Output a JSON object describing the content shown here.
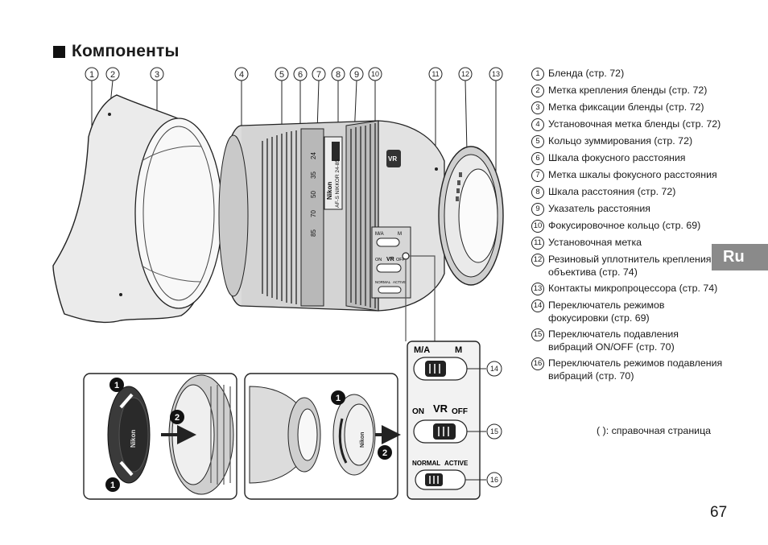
{
  "section": {
    "title": "Компоненты"
  },
  "callouts": [
    "1",
    "2",
    "3",
    "4",
    "5",
    "6",
    "7",
    "8",
    "9",
    "10",
    "11",
    "12",
    "13"
  ],
  "legend": [
    {
      "num": "1",
      "text": "Бленда (стр. 72)"
    },
    {
      "num": "2",
      "text": "Метка крепления бленды (стр. 72)"
    },
    {
      "num": "3",
      "text": "Метка фиксации бленды (стр. 72)"
    },
    {
      "num": "4",
      "text": "Установочная метка бленды (стр. 72)"
    },
    {
      "num": "5",
      "text": "Кольцо зуммирования (стр. 72)"
    },
    {
      "num": "6",
      "text": "Шкала фокусного расстояния"
    },
    {
      "num": "7",
      "text": "Метка шкалы фокусного расстояния"
    },
    {
      "num": "8",
      "text": "Шкала расстояния (стр. 72)"
    },
    {
      "num": "9",
      "text": "Указатель расстояния"
    },
    {
      "num": "10",
      "text": "Фокусировочное кольцо (стр. 69)"
    },
    {
      "num": "11",
      "text": "Установочная метка"
    },
    {
      "num": "12",
      "text": "Резиновый уплотнитель крепления объектива (стр. 74)"
    },
    {
      "num": "13",
      "text": "Контакты микропроцессора (стр. 74)"
    },
    {
      "num": "14",
      "text": "Переключатель режимов фокусировки (стр. 69)"
    },
    {
      "num": "15",
      "text": "Переключатель подавления вибраций ON/OFF (стр. 70)"
    },
    {
      "num": "16",
      "text": "Переключатель режимов подавления вибраций (стр. 70)"
    }
  ],
  "ref_note": "(   ): справочная страница",
  "switches": {
    "focus": {
      "left": "M/A",
      "right": "M",
      "callout": "14"
    },
    "vr": {
      "on": "ON",
      "vr": "VR",
      "off": "OFF",
      "callout": "15"
    },
    "vr_mode": {
      "left": "NORMAL",
      "right": "ACTIVE",
      "callout": "16"
    }
  },
  "lens_text": {
    "brand": "Nikon",
    "model": "AF-S NIKKOR 24-85",
    "vr_badge": "VR",
    "focal_marks": [
      "24",
      "35",
      "50",
      "70",
      "85"
    ],
    "mode_switch": {
      "left": "M/A",
      "right": "M"
    },
    "vr_switch": {
      "on": "ON",
      "vr": "VR",
      "off": "OFF"
    },
    "vr_mode": {
      "left": "NORMAL",
      "right": "ACTIVE"
    }
  },
  "inset": {
    "cap_brand": "Nikon",
    "steps_left": [
      "1",
      "2",
      "1"
    ],
    "steps_right": [
      "1",
      "2"
    ],
    "rear_cap_brand": "Nikon"
  },
  "lang_tab": "Ru",
  "page_number": "67"
}
